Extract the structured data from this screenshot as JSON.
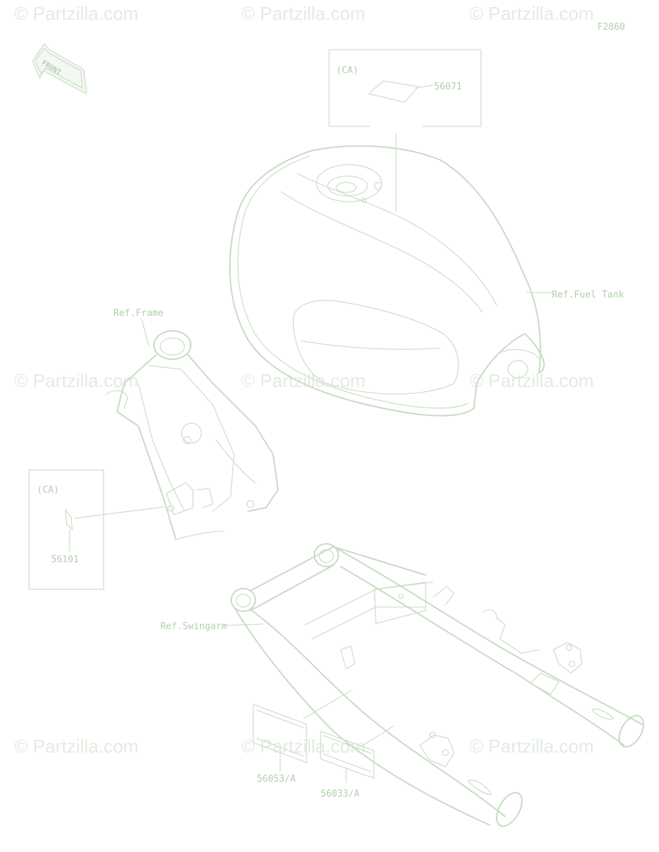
{
  "watermark": "© Partzilla.com",
  "figure_code": "F2860",
  "front_label": "FRONT",
  "ca_label_top": "(CA)",
  "ca_label_left": "(CA)",
  "parts": {
    "p56071": "56071",
    "p56101": "56101",
    "p56053": "56053/A",
    "p56033": "56033/A"
  },
  "refs": {
    "fuel_tank": "Ref.Fuel Tank",
    "frame": "Ref.Frame",
    "swingarm": "Ref.Swingarm"
  }
}
